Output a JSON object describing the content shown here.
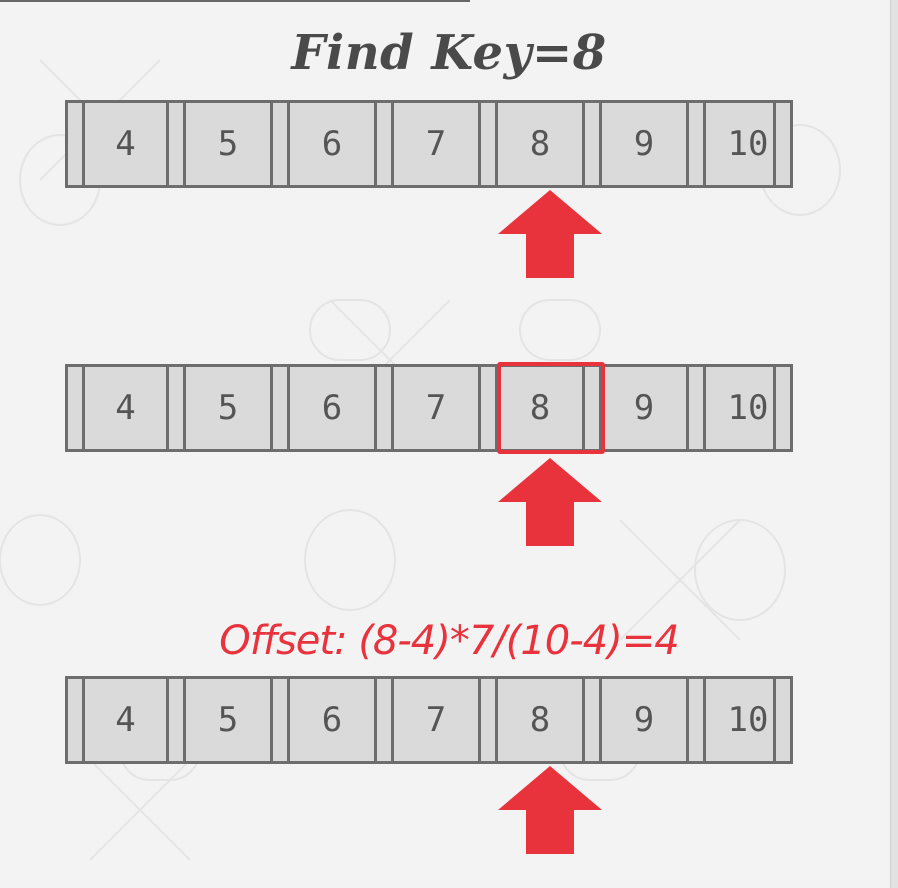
{
  "title": "Find Key=8",
  "offset_formula": "Offset: (8-4)*7/(10-4)=4",
  "arrays": [
    {
      "cells": [
        "4",
        "5",
        "6",
        "7",
        "8",
        "9",
        "10"
      ],
      "pointer_index": 4,
      "highlight_index": null
    },
    {
      "cells": [
        "4",
        "5",
        "6",
        "7",
        "8",
        "9",
        "10"
      ],
      "pointer_index": 4,
      "highlight_index": 4
    },
    {
      "cells": [
        "4",
        "5",
        "6",
        "7",
        "8",
        "9",
        "10"
      ],
      "pointer_index": 4,
      "highlight_index": null
    }
  ],
  "colors": {
    "accent": "#e8323c",
    "cell_fill": "#dadada",
    "cell_border": "#6d6d6d",
    "text": "#4a4a4a"
  },
  "icons": [
    "up-arrow-icon",
    "skull-icon",
    "database-icon"
  ]
}
